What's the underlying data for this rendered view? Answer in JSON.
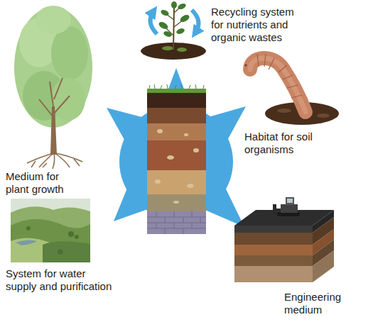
{
  "diagram": {
    "labels": [
      "Recycling system for nutrients and organic wastes",
      "Habitat for soil organisms",
      "Medium for plant growth",
      "System for water supply and purification",
      "Engineering medium"
    ]
  }
}
